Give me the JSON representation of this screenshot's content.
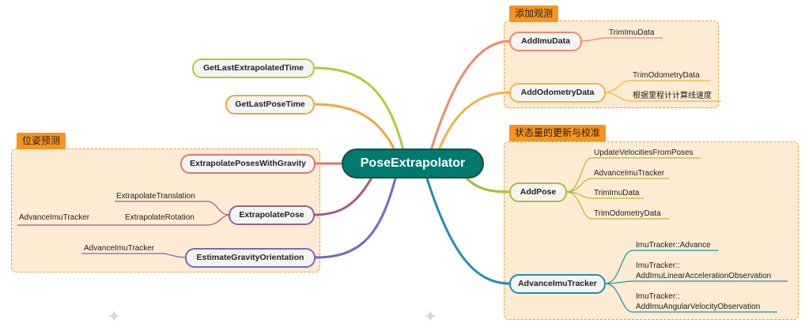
{
  "root": "PoseExtrapolator",
  "groups": {
    "observe": "添加观测",
    "update": "状态量的更新与校准",
    "predict": "位姿预测"
  },
  "nodes": {
    "get_last_extrapolated_time": "GetLastExtrapolatedTime",
    "get_last_pose_time": "GetLastPoseTime",
    "extrapolate_poses_with_gravity": "ExtrapolatePosesWithGravity",
    "extrapolate_pose": "ExtrapolatePose",
    "estimate_gravity_orientation": "EstimateGravityOrientation",
    "add_imu_data": "AddImuData",
    "add_odometry_data": "AddOdometryData",
    "add_pose": "AddPose",
    "advance_imu_tracker": "AdvanceImuTracker"
  },
  "leaves": {
    "trim_imu_data_1": "TrimImuData",
    "trim_odometry_data_1": "TrimOdometryData",
    "odom_speed": "根据里程计计算线速度",
    "update_velocities": "UpdateVelocitiesFromPoses",
    "advance_imu_tracker_leaf": "AdvanceImuTracker",
    "trim_imu_data_2": "TrimImuData",
    "trim_odometry_data_2": "TrimOdometryData",
    "imu_advance": "ImuTracker::Advance",
    "imu_linear_1": "ImuTracker::",
    "imu_linear_2": "AddImuLinearAccelerationObservation",
    "imu_angular_1": "ImuTracker::",
    "imu_angular_2": "AddImuAngularVelocityObservation",
    "extrapolate_translation": "ExtrapolateTranslation",
    "extrapolate_rotation": "ExtrapolateRotation",
    "advance_imu_tracker_left_1": "AdvanceImuTracker",
    "advance_imu_tracker_left_2": "AdvanceImuTracker"
  },
  "colors": {
    "root_fill": "#007a6e",
    "group_fill": "#fdebd3",
    "group_title": "#f7941d",
    "branch_lime": "#b5c934",
    "branch_orange": "#f4a53a",
    "branch_coral": "#e0786a",
    "branch_plum": "#a45a8a",
    "branch_indigo": "#6e6cc4",
    "branch_salmon": "#f08a6a",
    "branch_gold": "#f4b43a",
    "branch_olive": "#a8bf30",
    "branch_teal": "#1f8fb0"
  }
}
